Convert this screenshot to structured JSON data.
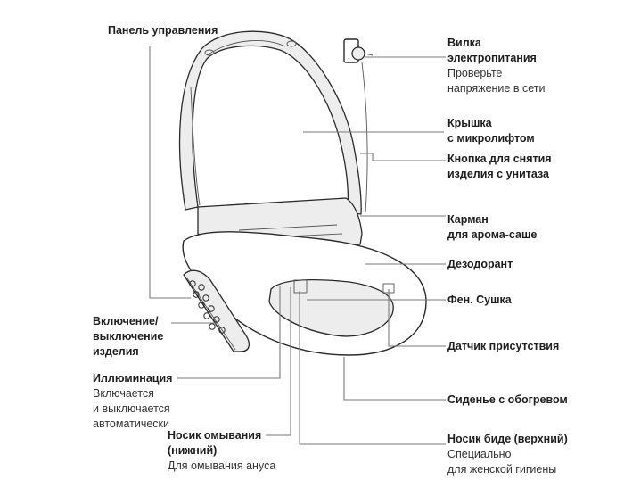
{
  "labels": {
    "control_panel": {
      "title": "Панель управления"
    },
    "plug": {
      "title1": "Вилка",
      "title2": "электропитания",
      "sub1": "Проверьте",
      "sub2": "напряжение в сети"
    },
    "lid": {
      "title1": "Крышка",
      "title2": "с микролифтом"
    },
    "remove_button": {
      "title1": "Кнопка для снятия",
      "title2": "изделия с унитаза"
    },
    "aroma_pocket": {
      "title1": "Карман",
      "title2": "для арома-саше"
    },
    "deodorant": {
      "title": "Дезодорант"
    },
    "dryer": {
      "title": "Фен. Сушка"
    },
    "presence_sensor": {
      "title": "Датчик присутствия"
    },
    "heated_seat": {
      "title": "Сиденье с обогревом"
    },
    "power_switch": {
      "title1": "Включение/",
      "title2": "выключение",
      "title3": "изделия"
    },
    "illumination": {
      "title": "Иллюминация",
      "sub1": "Включается",
      "sub2": "и выключается",
      "sub3": "автоматически"
    },
    "wash_nozzle": {
      "title1": "Носик омывания",
      "title2": "(нижний)",
      "sub": "Для омывания ануса"
    },
    "bidet_nozzle": {
      "title": "Носик биде (верхний)",
      "sub1": "Специально",
      "sub2": "для женской гигиены"
    }
  }
}
